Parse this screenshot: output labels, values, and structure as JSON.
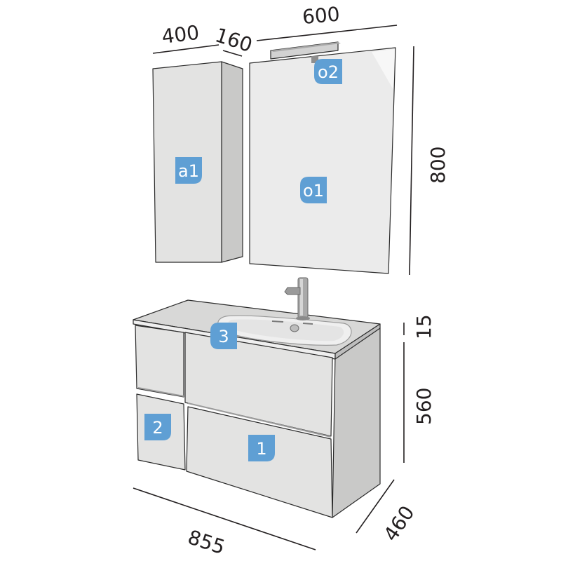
{
  "dimensions": {
    "column_width": "400",
    "column_depth": "160",
    "mirror_width": "600",
    "mirror_height": "800",
    "top_thickness": "15",
    "vanity_height": "560",
    "vanity_width": "855",
    "vanity_depth": "460"
  },
  "labels": {
    "column": "a1",
    "mirror": "o1",
    "lamp": "o2",
    "washbasin": "3",
    "lower_drawer": "1",
    "side_door": "2"
  },
  "colors": {
    "badge": "#5f9fd4",
    "panel": "#e3e3e2",
    "panel_side": "#c7c7c6",
    "mirror": "#ececec",
    "line": "#231f20"
  }
}
